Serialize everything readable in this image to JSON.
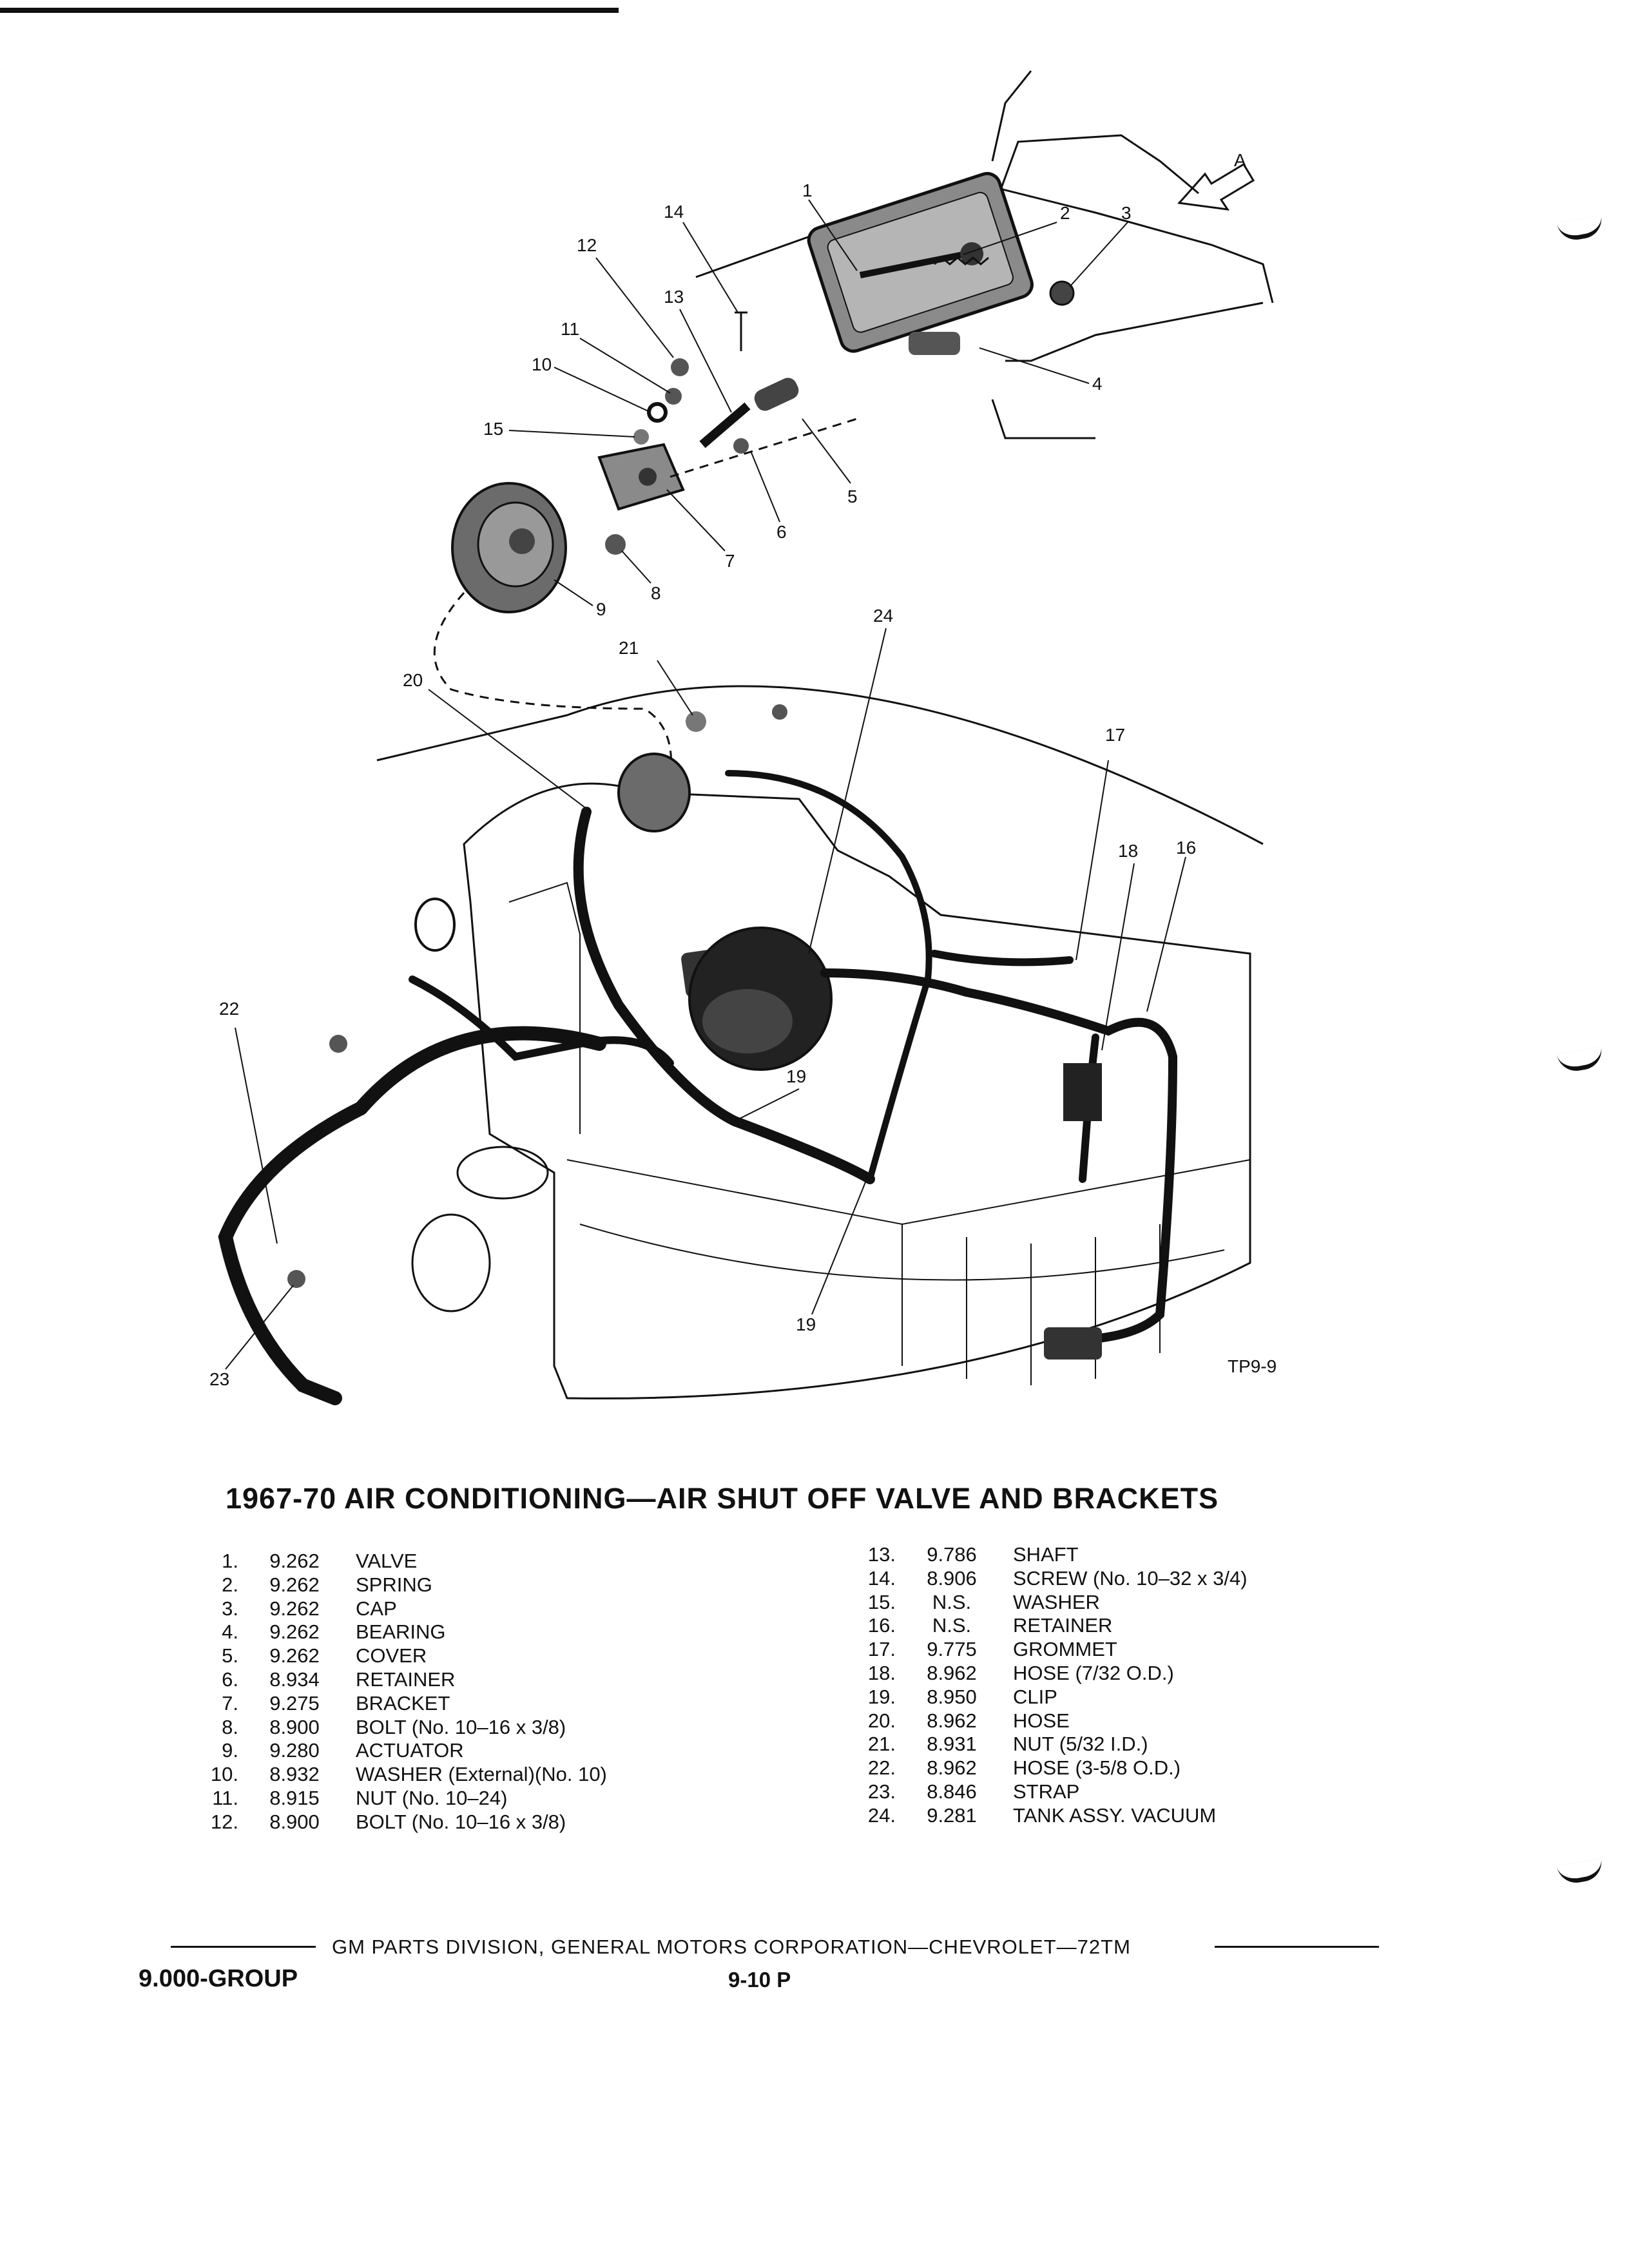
{
  "figure": {
    "view_arrow_label": "A",
    "figure_id": "TP9-9",
    "callouts": [
      "1",
      "2",
      "3",
      "4",
      "5",
      "6",
      "7",
      "8",
      "9",
      "10",
      "11",
      "12",
      "13",
      "14",
      "15",
      "16",
      "17",
      "18",
      "19",
      "19",
      "20",
      "21",
      "22",
      "23",
      "24"
    ]
  },
  "title": "1967-70 AIR CONDITIONING—AIR SHUT OFF VALVE AND BRACKETS",
  "parts_left": [
    {
      "num": "1.",
      "code": "9.262",
      "desc": "VALVE"
    },
    {
      "num": "2.",
      "code": "9.262",
      "desc": "SPRING"
    },
    {
      "num": "3.",
      "code": "9.262",
      "desc": "CAP"
    },
    {
      "num": "4.",
      "code": "9.262",
      "desc": "BEARING"
    },
    {
      "num": "5.",
      "code": "9.262",
      "desc": "COVER"
    },
    {
      "num": "6.",
      "code": "8.934",
      "desc": "RETAINER"
    },
    {
      "num": "7.",
      "code": "9.275",
      "desc": "BRACKET"
    },
    {
      "num": "8.",
      "code": "8.900",
      "desc": "BOLT (No. 10–16 x 3/8)"
    },
    {
      "num": "9.",
      "code": "9.280",
      "desc": "ACTUATOR"
    },
    {
      "num": "10.",
      "code": "8.932",
      "desc": "WASHER (External)(No. 10)"
    },
    {
      "num": "11.",
      "code": "8.915",
      "desc": "NUT (No. 10–24)"
    },
    {
      "num": "12.",
      "code": "8.900",
      "desc": "BOLT (No. 10–16 x 3/8)"
    }
  ],
  "parts_right": [
    {
      "num": "13.",
      "code": "9.786",
      "desc": "SHAFT"
    },
    {
      "num": "14.",
      "code": "8.906",
      "desc": "SCREW (No. 10–32 x 3/4)"
    },
    {
      "num": "15.",
      "code": "N.S.",
      "desc": "WASHER"
    },
    {
      "num": "16.",
      "code": "N.S.",
      "desc": "RETAINER"
    },
    {
      "num": "17.",
      "code": "9.775",
      "desc": "GROMMET"
    },
    {
      "num": "18.",
      "code": "8.962",
      "desc": "HOSE (7/32 O.D.)"
    },
    {
      "num": "19.",
      "code": "8.950",
      "desc": "CLIP"
    },
    {
      "num": "20.",
      "code": "8.962",
      "desc": "HOSE"
    },
    {
      "num": "21.",
      "code": "8.931",
      "desc": "NUT (5/32 I.D.)"
    },
    {
      "num": "22.",
      "code": "8.962",
      "desc": "HOSE (3-5/8 O.D.)"
    },
    {
      "num": "23.",
      "code": "8.846",
      "desc": "STRAP"
    },
    {
      "num": "24.",
      "code": "9.281",
      "desc": "TANK ASSY. VACUUM"
    }
  ],
  "footer": {
    "text": "GM PARTS DIVISION, GENERAL MOTORS CORPORATION—CHEVROLET—72TM",
    "group": "9.000-GROUP",
    "page": "9-10  P"
  }
}
